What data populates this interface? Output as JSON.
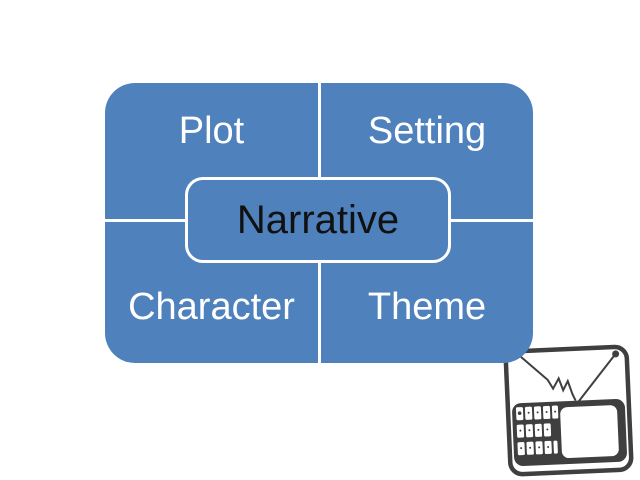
{
  "page": {
    "background": "#FFFFFF"
  },
  "diagram": {
    "type": "titled-matrix",
    "center_label": "Narrative",
    "quadrants": [
      {
        "position": "top-left",
        "label": "Plot"
      },
      {
        "position": "top-right",
        "label": "Setting"
      },
      {
        "position": "bottom-left",
        "label": "Character"
      },
      {
        "position": "bottom-right",
        "label": "Theme"
      }
    ],
    "colors": {
      "fill": "#4F81BD",
      "divider": "#FFFFFF",
      "center_border": "#FFFFFF",
      "quadrant_text": "#FFFFFF",
      "center_text": "#111111"
    }
  },
  "corner_icon": {
    "name": "tv-with-antenna-and-keypad",
    "color": "#3F3F3F"
  }
}
